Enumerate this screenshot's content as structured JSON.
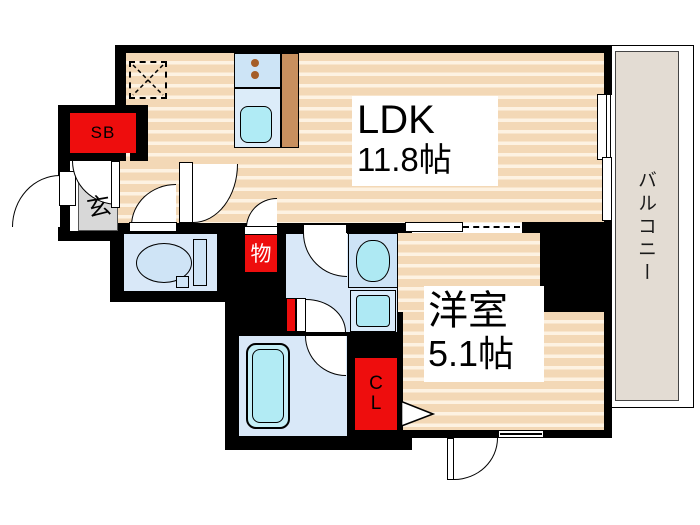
{
  "floorplan": {
    "rooms": {
      "ldk": {
        "name": "LDK",
        "size": "11.8帖"
      },
      "bedroom": {
        "name": "洋室",
        "size": "5.1帖"
      },
      "balcony": {
        "name": "バルコニー"
      },
      "entrance": {
        "name": "玄"
      },
      "shoe_box": {
        "label": "SB"
      },
      "storage": {
        "label": "物"
      },
      "closet": {
        "line1": "C",
        "line2": "L"
      }
    },
    "colors": {
      "wall": "#000000",
      "accent_red": "#ee0d0d",
      "wood_dark": "#f3d8b6",
      "wood_light": "#fdf2e2",
      "room_blue": "#d9e8f8",
      "fixture_cyan": "#aeeaf4",
      "balcony_beige": "#e3dcd3",
      "entrance_gray": "#d8d8d8",
      "counter_brown": "#c8905f"
    }
  }
}
